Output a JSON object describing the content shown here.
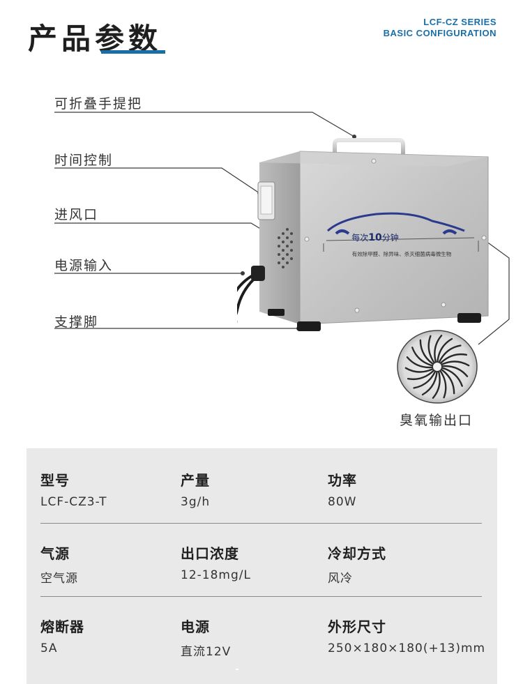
{
  "header": {
    "title": "产品参数",
    "series_line1": "LCF-CZ SERIES",
    "series_line2": "BASIC CONFIGURATION"
  },
  "features": [
    {
      "label": "可折叠手提把"
    },
    {
      "label": "时间控制"
    },
    {
      "label": "进风口"
    },
    {
      "label": "电源输入"
    },
    {
      "label": "支撑脚"
    }
  ],
  "device": {
    "decal_title_prefix": "每次",
    "decal_title_number": "10",
    "decal_title_suffix": "分钟",
    "decal_subtitle": "有效除甲醛、除异味、杀灭细菌病毒微生物"
  },
  "outlet": {
    "label": "臭氧输出口"
  },
  "specs": [
    [
      {
        "label": "型号",
        "value": "LCF-CZ3-T"
      },
      {
        "label": "产量",
        "value": "3g/h"
      },
      {
        "label": "功率",
        "value": "80W"
      }
    ],
    [
      {
        "label": "气源",
        "value": "空气源"
      },
      {
        "label": "出口浓度",
        "value": "12-18mg/L"
      },
      {
        "label": "冷却方式",
        "value": "风冷"
      }
    ],
    [
      {
        "label": "熔断器",
        "value": "5A"
      },
      {
        "label": "电源",
        "value": "直流12V"
      },
      {
        "label": "外形尺寸",
        "value": "250×180×180(+13)mm"
      }
    ]
  ],
  "colors": {
    "accent": "#1a6ea8",
    "panel": "#e9e9e9",
    "decal_blue": "#2b3a8c"
  }
}
